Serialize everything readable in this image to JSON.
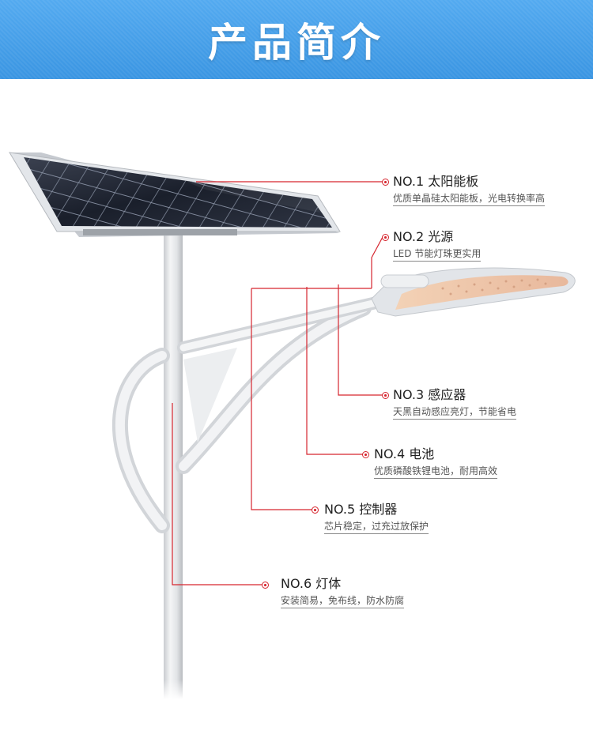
{
  "header": {
    "title": "产品简介"
  },
  "colors": {
    "banner": "#3f9be6",
    "leader_line": "#d6262f",
    "title_text": "#ffffff"
  },
  "callouts": [
    {
      "title": "NO.1 太阳能板",
      "desc": "优质单晶硅太阳能板，光电转换率高"
    },
    {
      "title": "NO.2 光源",
      "desc": "LED 节能灯珠更实用"
    },
    {
      "title": "NO.3 感应器",
      "desc": "天黑自动感应亮灯，节能省电"
    },
    {
      "title": "NO.4 电池",
      "desc": "优质磷酸铁锂电池，耐用高效"
    },
    {
      "title": "NO.5 控制器",
      "desc": "芯片稳定，过充过放保护"
    },
    {
      "title": "NO.6 灯体",
      "desc": "安装简易，免布线，防水防腐"
    }
  ]
}
